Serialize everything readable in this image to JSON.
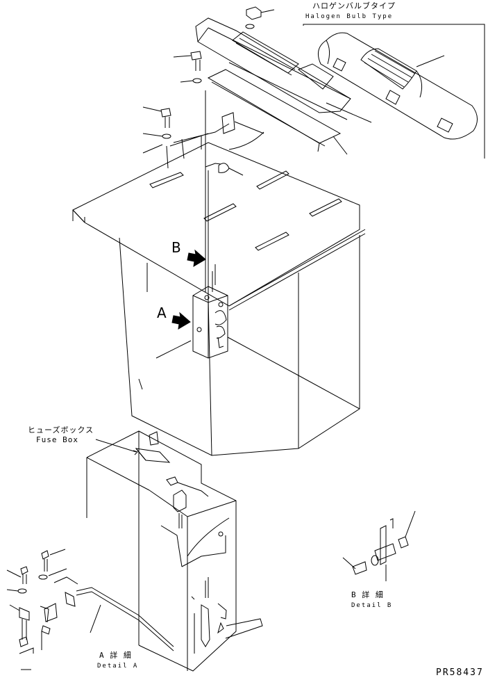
{
  "labels": {
    "halogen_jp": "ハロゲンバルブタイプ",
    "halogen_en": "Halogen Bulb Type",
    "arrow_b": "B",
    "arrow_a": "A",
    "fuse_jp": "ヒューズボックス",
    "fuse_en": "Fuse Box",
    "detail_a_jp": "A 詳 細",
    "detail_a_en": "Detail A",
    "detail_b_jp": "B 詳 細",
    "detail_b_en": "Detail B",
    "drawing_code": "PR58437"
  }
}
